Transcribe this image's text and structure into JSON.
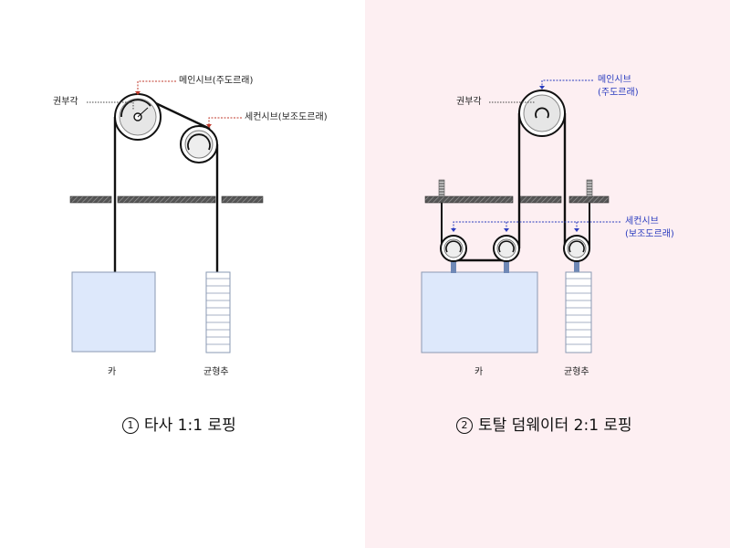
{
  "left": {
    "main_sheave": "메인시브(주도르래)",
    "wrap_angle": "권부각",
    "secondary_sheave": "세컨시브(보조도르래)",
    "car": "카",
    "counterweight": "균형추",
    "caption_num": "1",
    "caption": "타사 1:1 로핑"
  },
  "right": {
    "main_sheave_line1": "메인시브",
    "main_sheave_line2": "(주도르래)",
    "wrap_angle": "권부각",
    "secondary_sheave_line1": "세컨시브",
    "secondary_sheave_line2": "(보조도르래)",
    "car": "카",
    "counterweight": "균형추",
    "caption_num": "2",
    "caption": "토탈 덤웨이터 2:1 로핑"
  },
  "colors": {
    "left_bg": "#ffffff",
    "right_bg": "#fdeff2",
    "car_fill": "#dde8fb",
    "rope": "#111111",
    "leader_red": "#c0392b",
    "leader_blue": "#2a3cbf",
    "rod_blue": "#6f88b6"
  }
}
